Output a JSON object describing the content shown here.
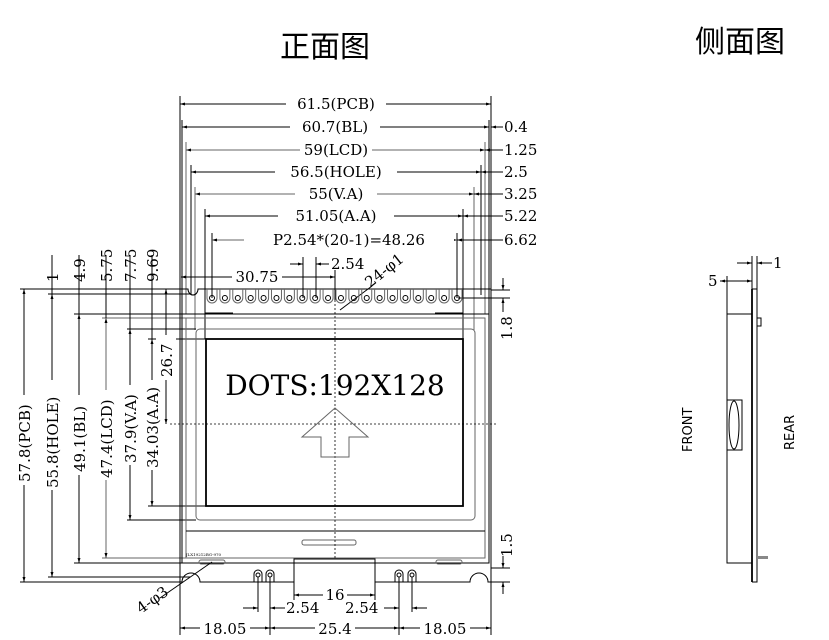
{
  "titles": {
    "front": "正面图",
    "side": "侧面图"
  },
  "display_text": "DOTS:192X128",
  "part_number": "JLX19212BG-970",
  "pin_count": 20,
  "dims_top": {
    "pcb_w": "61.5(PCB)",
    "bl_w": "60.7(BL)",
    "lcd_w": "59(LCD)",
    "hole_w": "56.5(HOLE)",
    "va_w": "55(V.A)",
    "aa_w": "51.05(A.A)",
    "pitch": "P2.54*(20-1)=48.26",
    "pin_pitch": "2.54",
    "offset": "30.75",
    "holes": "24-φ1"
  },
  "dims_right": [
    "0.4",
    "1.25",
    "2.5",
    "3.25",
    "5.22",
    "6.62"
  ],
  "dims_right_vert": {
    "top": "1.8",
    "bottom": "1.5"
  },
  "dims_left": {
    "pcb_h": "57.8(PCB)",
    "hole_h": "55.8(HOLE)",
    "bl_h": "49.1(BL)",
    "lcd_h": "47.4(LCD)",
    "va_h": "37.9(V.A)",
    "aa_h": "34.03(A.A)",
    "center": "26.7",
    "off1": "1",
    "off2": "4.9",
    "off3": "5.75",
    "off4": "7.75",
    "off5": "9.69"
  },
  "dims_bottom": {
    "left": "18.05",
    "mid": "25.4",
    "right": "18.05",
    "pitch_l": "2.54",
    "pitch_r": "2.54",
    "slot": "16",
    "mount_holes": "4-φ3"
  },
  "side": {
    "front": "FRONT",
    "rear": "REAR",
    "thick": "5",
    "pcb": "1"
  }
}
